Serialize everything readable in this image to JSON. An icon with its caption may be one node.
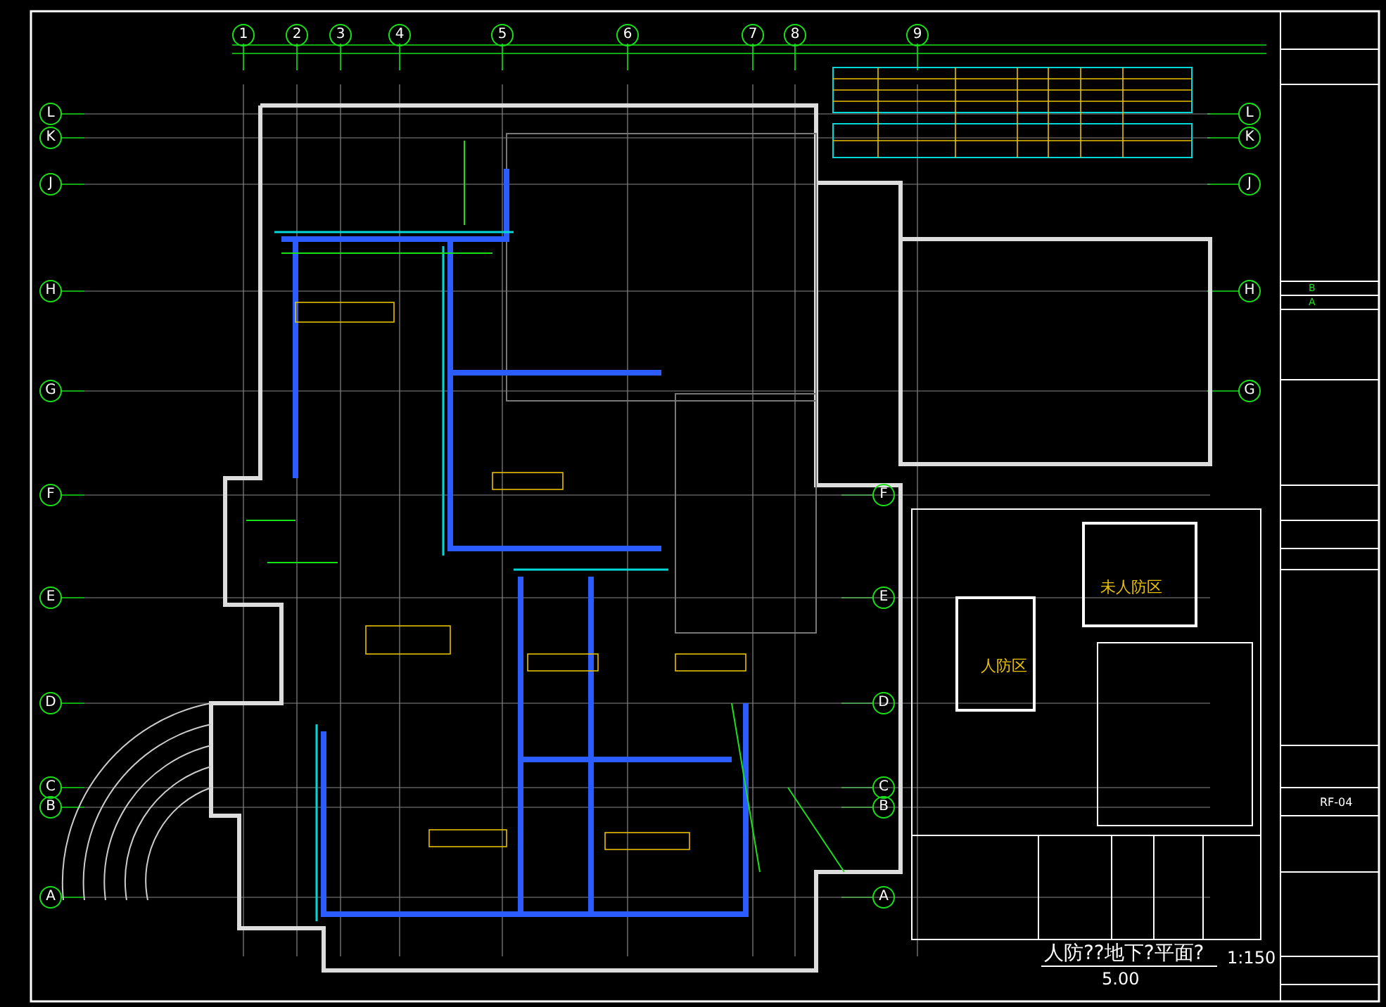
{
  "diagram": {
    "title": "人防??地下?平面?",
    "labels": [
      "1",
      "2",
      "3",
      "4",
      "5",
      "6",
      "7",
      "8",
      "9",
      "L",
      "K",
      "J",
      "H",
      "G",
      "F",
      "E",
      "D",
      "C",
      "B",
      "A",
      "L",
      "K",
      "J",
      "H",
      "G",
      "F",
      "E",
      "D",
      "C",
      "B",
      "A",
      "人防区",
      "未人防区",
      "1:150",
      "5.00",
      "B",
      "A",
      "RF-04"
    ]
  }
}
